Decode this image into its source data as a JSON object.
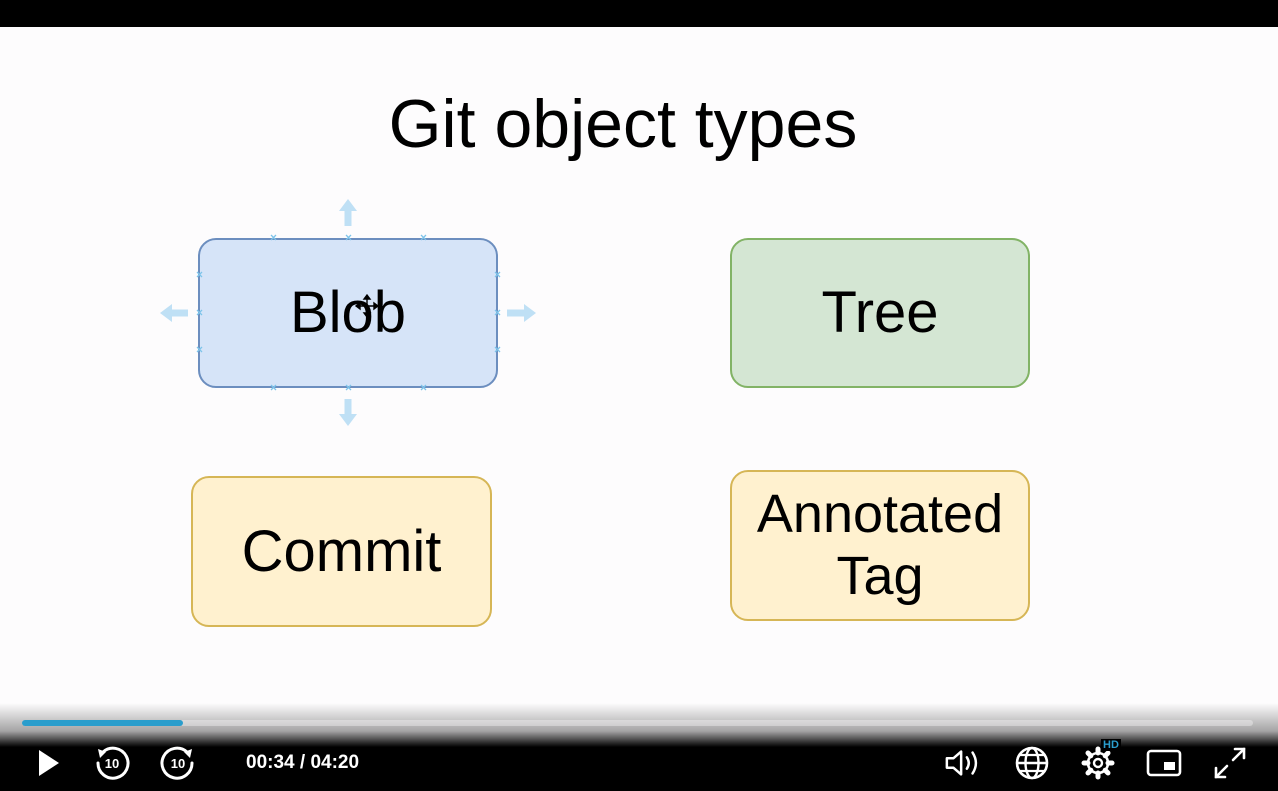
{
  "slide": {
    "title": "Git object types",
    "boxes": {
      "blob": "Blob",
      "tree": "Tree",
      "commit": "Commit",
      "annotated_tag_line1": "Annotated",
      "annotated_tag_line2": "Tag"
    }
  },
  "player": {
    "current_time": "00:34",
    "separator": "/",
    "duration": "04:20",
    "progress_fraction": 0.131,
    "quality_badge": "HD",
    "accent_color": "#2a9dcc",
    "icons": [
      "play-icon",
      "rewind-10-icon",
      "forward-10-icon",
      "volume-icon",
      "language-globe-icon",
      "settings-gear-icon",
      "picture-in-picture-icon",
      "fullscreen-icon"
    ]
  },
  "colors": {
    "blob_fill": "#d6e4f8",
    "blob_stroke": "#6c8ebf",
    "tree_fill": "#d4e6d3",
    "tree_stroke": "#82b366",
    "yellow_fill": "#fff1cf",
    "yellow_stroke": "#d6b656"
  }
}
